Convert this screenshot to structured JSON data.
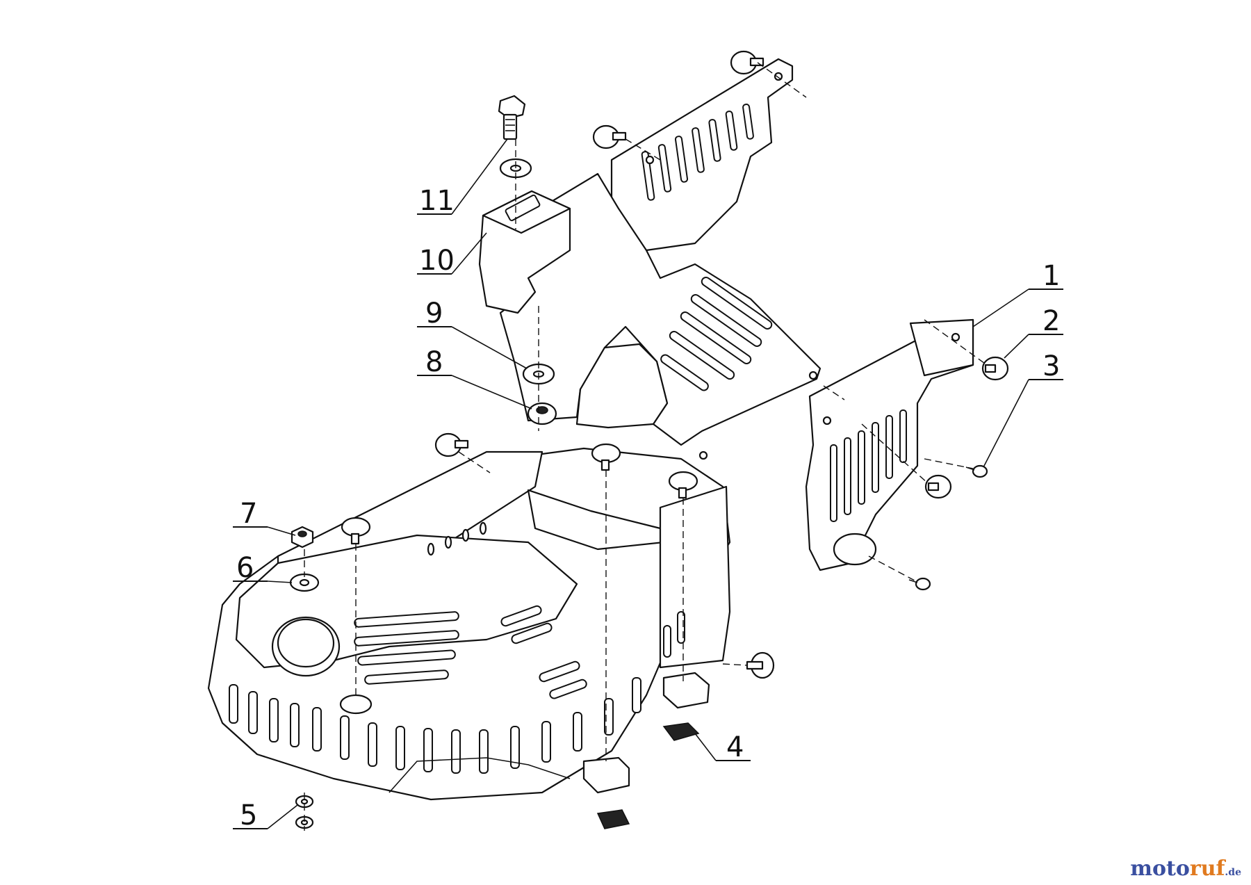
{
  "diagram": {
    "callouts": [
      "1",
      "2",
      "3",
      "4",
      "5",
      "6",
      "7",
      "8",
      "9",
      "10",
      "11"
    ]
  },
  "watermark": {
    "brand_a": "moto",
    "brand_b": "ruf",
    "suffix": ".de"
  }
}
